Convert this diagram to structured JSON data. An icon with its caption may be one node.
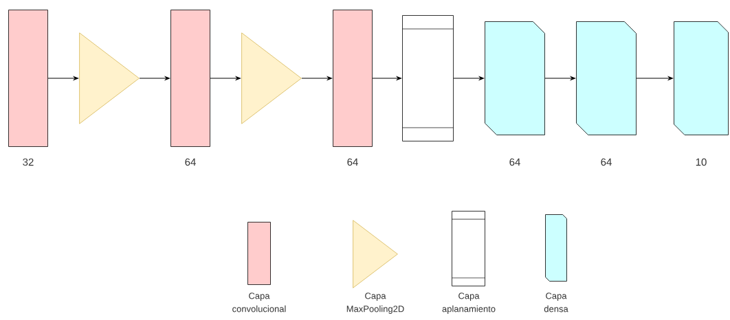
{
  "diagram": {
    "nodes": [
      {
        "text": [],
        "shape": "box",
        "beside": [
          "32"
        ]
      },
      {
        "text": [],
        "shape": "triangle"
      },
      {
        "text": [],
        "shape": "box",
        "beside": [
          "64"
        ]
      },
      {
        "text": [],
        "shape": "triangle"
      },
      {
        "text": [],
        "shape": "box",
        "beside": [
          "64"
        ]
      },
      {
        "text": [],
        "shape": "frame"
      },
      {
        "text": [],
        "shape": "card",
        "beside": [
          "64"
        ]
      },
      {
        "text": [],
        "shape": "card",
        "beside": [
          "64"
        ]
      },
      {
        "text": [],
        "shape": "card",
        "beside": [
          "10"
        ]
      }
    ],
    "edges": [
      {
        "from": 0,
        "to": 1,
        "arrow": "to"
      },
      {
        "from": 1,
        "to": 2,
        "arrow": "to"
      },
      {
        "from": 2,
        "to": 3,
        "arrow": "to"
      },
      {
        "from": 3,
        "to": 4,
        "arrow": "to"
      },
      {
        "from": 4,
        "to": 5,
        "arrow": "to"
      },
      {
        "from": 5,
        "to": 6,
        "arrow": "to"
      },
      {
        "from": 6,
        "to": 7,
        "arrow": "to"
      },
      {
        "from": 7,
        "to": 8,
        "arrow": "to"
      }
    ],
    "legend": [
      {
        "text": "Capa convolucional",
        "color": "#ffcccc"
      },
      {
        "text": "Capa MaxPooling2D",
        "color": "#fff2cc"
      },
      {
        "text": "Capa aplanamiento"
      },
      {
        "text": "Capa densa",
        "color": "#ccffff"
      }
    ]
  }
}
